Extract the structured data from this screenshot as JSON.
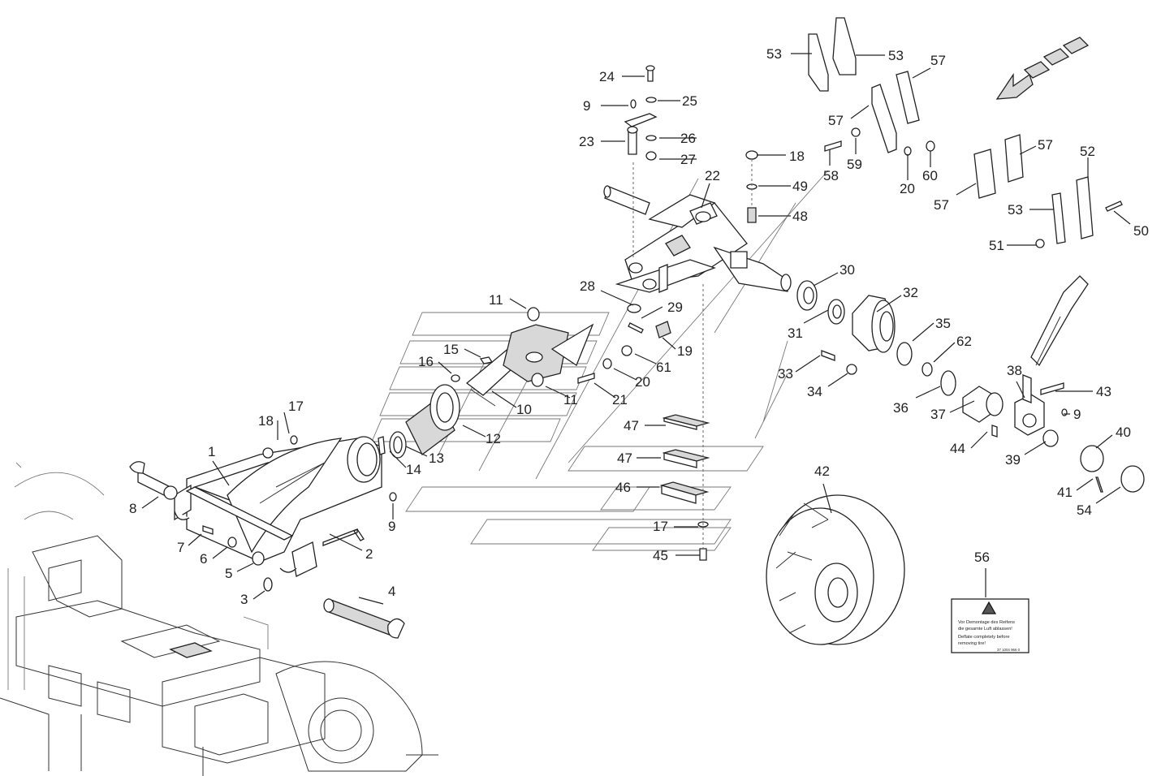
{
  "part_numbers": {
    "n1": "1",
    "n2": "2",
    "n3": "3",
    "n4": "4",
    "n5": "5",
    "n6": "6",
    "n7": "7",
    "n8": "8",
    "n9": "9",
    "n10": "10",
    "n11": "11",
    "n12": "12",
    "n13": "13",
    "n14": "14",
    "n15": "15",
    "n16": "16",
    "n17": "17",
    "n18": "18",
    "n19": "19",
    "n20": "20",
    "n21": "21",
    "n22": "22",
    "n23": "23",
    "n24": "24",
    "n25": "25",
    "n26": "26",
    "n27": "27",
    "n28": "28",
    "n29": "29",
    "n30": "30",
    "n31": "31",
    "n32": "32",
    "n33": "33",
    "n34": "34",
    "n35": "35",
    "n36": "36",
    "n37": "37",
    "n38": "38",
    "n39": "39",
    "n40": "40",
    "n41": "41",
    "n42": "42",
    "n43": "43",
    "n44": "44",
    "n45": "45",
    "n46": "46",
    "n47": "47",
    "n48": "48",
    "n49": "49",
    "n50": "50",
    "n51": "51",
    "n52": "52",
    "n53": "53",
    "n54": "54",
    "n56": "56",
    "n57": "57",
    "n58": "58",
    "n59": "59",
    "n60": "60",
    "n61": "61",
    "n62": "62"
  },
  "warning_label": {
    "line1": "Vor Demontage des Reifens",
    "line2": "die gesamte Luft ablassen!",
    "line3": "Deflate completely before",
    "line4": "removing tire!",
    "code": "37 1004 966 0"
  },
  "colors": {
    "line": "#222222",
    "fill_grey": "#d8d8d8",
    "background": "#ffffff"
  }
}
